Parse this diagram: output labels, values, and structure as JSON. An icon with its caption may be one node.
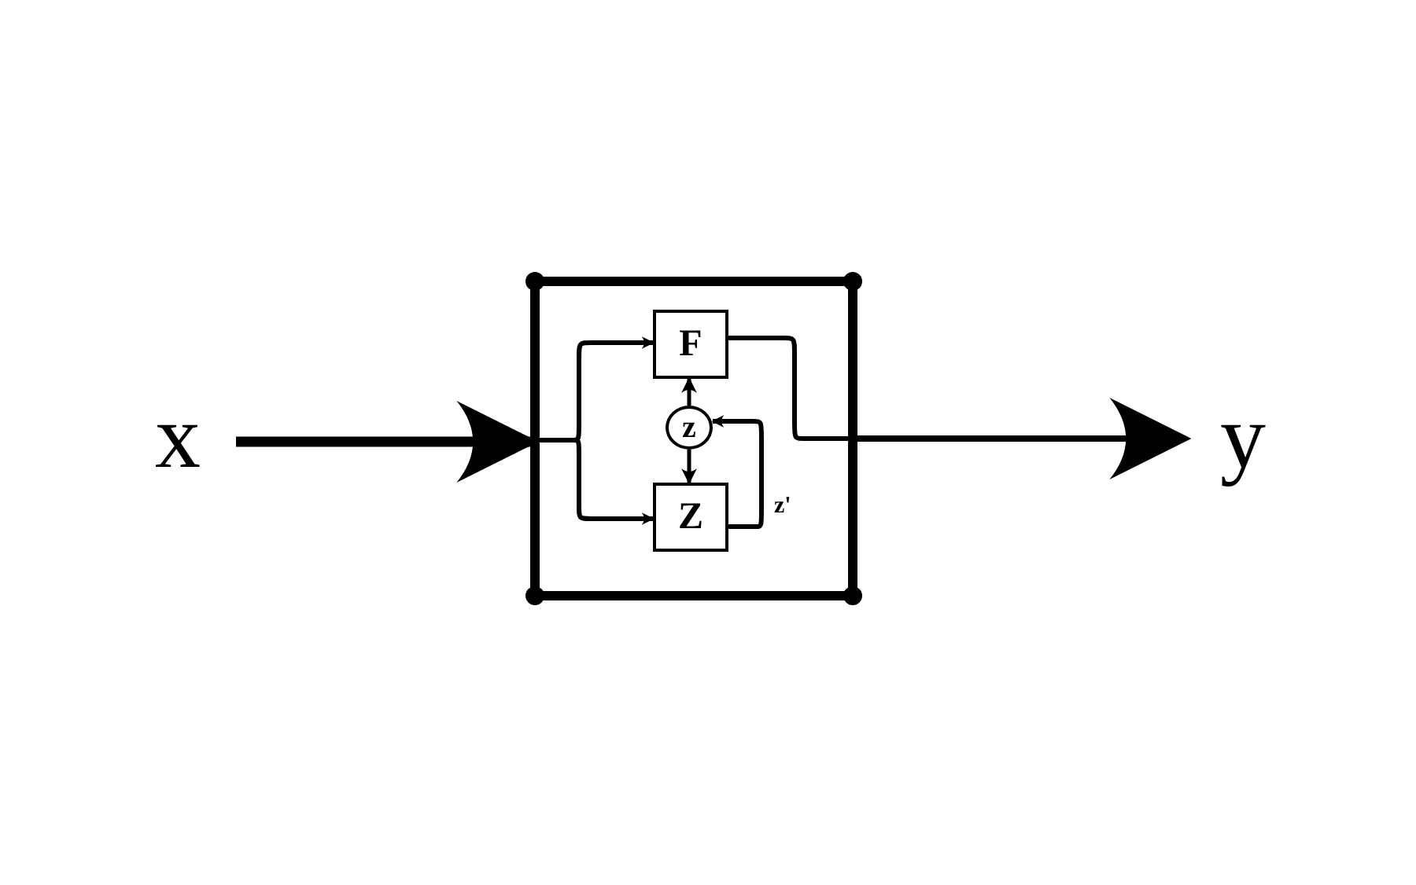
{
  "diagram": {
    "nodes": [
      {
        "text": [
          "x"
        ]
      },
      {
        "text": [],
        "shape": "box"
      },
      {
        "text": [
          "F"
        ],
        "in": 1
      },
      {
        "text": [
          "z"
        ],
        "in": 1
      },
      {
        "text": [
          "Z"
        ],
        "in": 1
      },
      {
        "text": [
          "y"
        ]
      }
    ],
    "edges": [
      {
        "from": 0,
        "to": 1,
        "arrow": "to",
        "style": "thick"
      },
      {
        "from": 1,
        "to": 5,
        "arrow": "to"
      },
      {
        "from": 1,
        "to": 2,
        "arrow": "to"
      },
      {
        "from": 1,
        "to": 4,
        "arrow": "to"
      },
      {
        "from": 2,
        "to": 1,
        "arrow": "none"
      },
      {
        "from": 3,
        "to": 2,
        "arrow": "to"
      },
      {
        "from": 3,
        "to": 4,
        "arrow": "to"
      },
      {
        "from": 4,
        "to": 3,
        "arrow": "to",
        "label": "z'"
      }
    ]
  }
}
